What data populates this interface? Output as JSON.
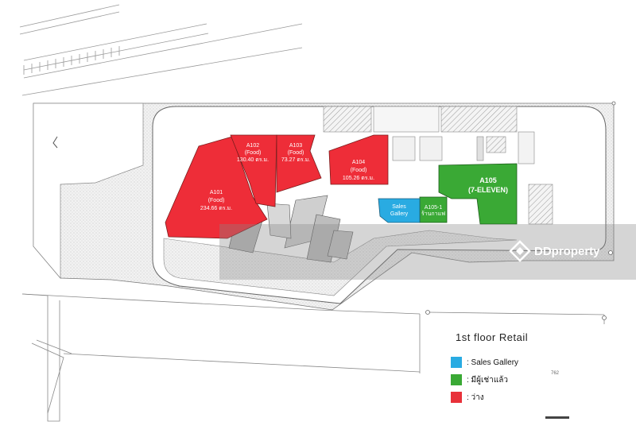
{
  "title": "1st floor Retail",
  "units": [
    {
      "id": "A101",
      "line2": "(Food)",
      "area": "234.66 ตร.ม."
    },
    {
      "id": "A102",
      "line2": "(Food)",
      "area": "130.40 ตร.ม."
    },
    {
      "id": "A103",
      "line2": "(Food)",
      "area": "73.27 ตร.ม."
    },
    {
      "id": "A104",
      "line2": "(Food)",
      "area": "105.26 ตร.ม."
    },
    {
      "id": "A105",
      "line2": "(7-ELEVEN)"
    },
    {
      "id": "A105-1",
      "line2": "ร้านกาแฟ"
    },
    {
      "id": "Sales",
      "line2": "Gallery"
    }
  ],
  "legend": [
    {
      "label": ": Sales Gallery",
      "color": "#29abe2"
    },
    {
      "label": ": มีผู้เช่าแล้ว",
      "color": "#3aa935"
    },
    {
      "label": ": ว่าง",
      "color": "#e8313a"
    }
  ],
  "level_label": "762",
  "watermark": "DDproperty",
  "colors": {
    "vacant": "#ee2d38",
    "rented": "#3aa935",
    "sales": "#29abe2",
    "pattern": "#e6e6e6"
  }
}
